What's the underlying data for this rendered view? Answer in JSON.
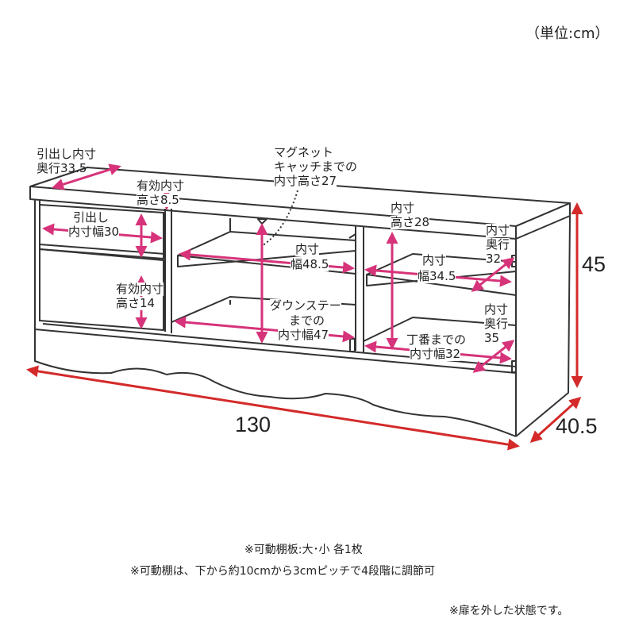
{
  "unit_label": "（単位:cm）",
  "labels": {
    "drawer_depth_1": "引出し内寸",
    "drawer_depth_2": "奥行33.5",
    "eff_height_1": "有効内寸",
    "eff_height_2": "高さ8.5",
    "magnet_1": "マグネット",
    "magnet_2": "キャッチまでの",
    "magnet_3": "内寸高さ27",
    "inner_h_1": "内寸",
    "inner_h_2": "高さ28",
    "right_depth_1": "内寸",
    "right_depth_2": "奥行",
    "right_depth_3": "32",
    "drawer_width_1": "引出し",
    "drawer_width_2": "内寸幅30",
    "left_width_1": "内寸",
    "left_width_2": "幅48.5",
    "right_width_1": "内寸",
    "right_width_2": "幅34.5",
    "eff_height14_1": "有効内寸",
    "eff_height14_2": "高さ14",
    "downstay_1": "ダウンステー",
    "downstay_2": "までの",
    "downstay_3": "内寸幅47",
    "lower_depth_1": "内寸",
    "lower_depth_2": "奥行",
    "lower_depth_3": "35",
    "hinge_1": "丁番までの",
    "hinge_2": "内寸幅32"
  },
  "dimensions": {
    "width": "130",
    "height": "45",
    "depth": "40.5"
  },
  "notes": {
    "shelves": "※可動棚板:大･小 各1枚",
    "pitch": "※可動棚は、下から約10cmから3cmピッチで4段階に調節可",
    "doors": "※扉を外した状態です。"
  },
  "colors": {
    "line": "#333333",
    "inner_arrow": "#d6337a",
    "outer_arrow": "#d42a2a"
  }
}
